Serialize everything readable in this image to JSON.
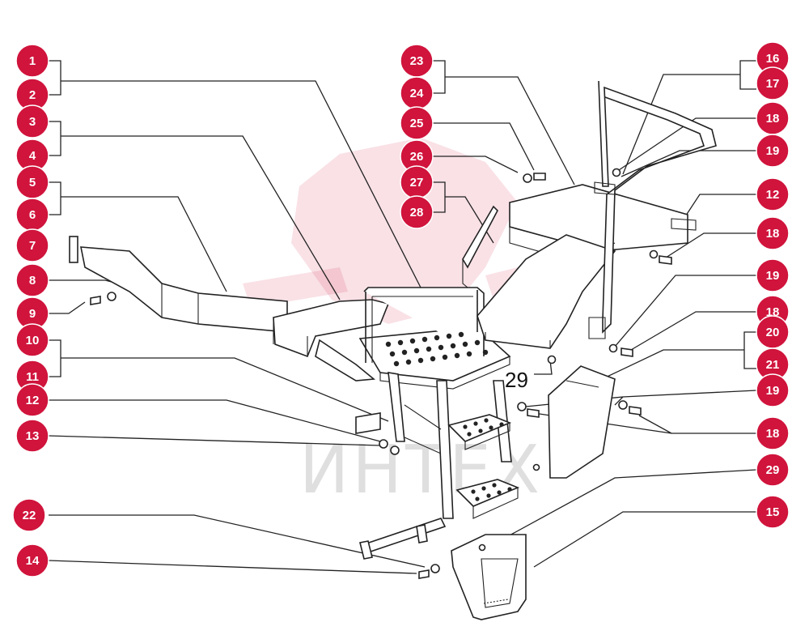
{
  "diagram": {
    "callouts": [
      "1",
      "2",
      "3",
      "4",
      "5",
      "6",
      "7",
      "8",
      "9",
      "10",
      "11",
      "12",
      "13",
      "22",
      "14",
      "23",
      "24",
      "25",
      "26",
      "27",
      "28",
      "16",
      "17",
      "18",
      "19",
      "12",
      "18",
      "19",
      "18",
      "20",
      "21",
      "19",
      "18",
      "29",
      "15"
    ],
    "inline_label": "29",
    "watermark_text": "ИНТЕХ",
    "badge_color": "#d0143c"
  }
}
